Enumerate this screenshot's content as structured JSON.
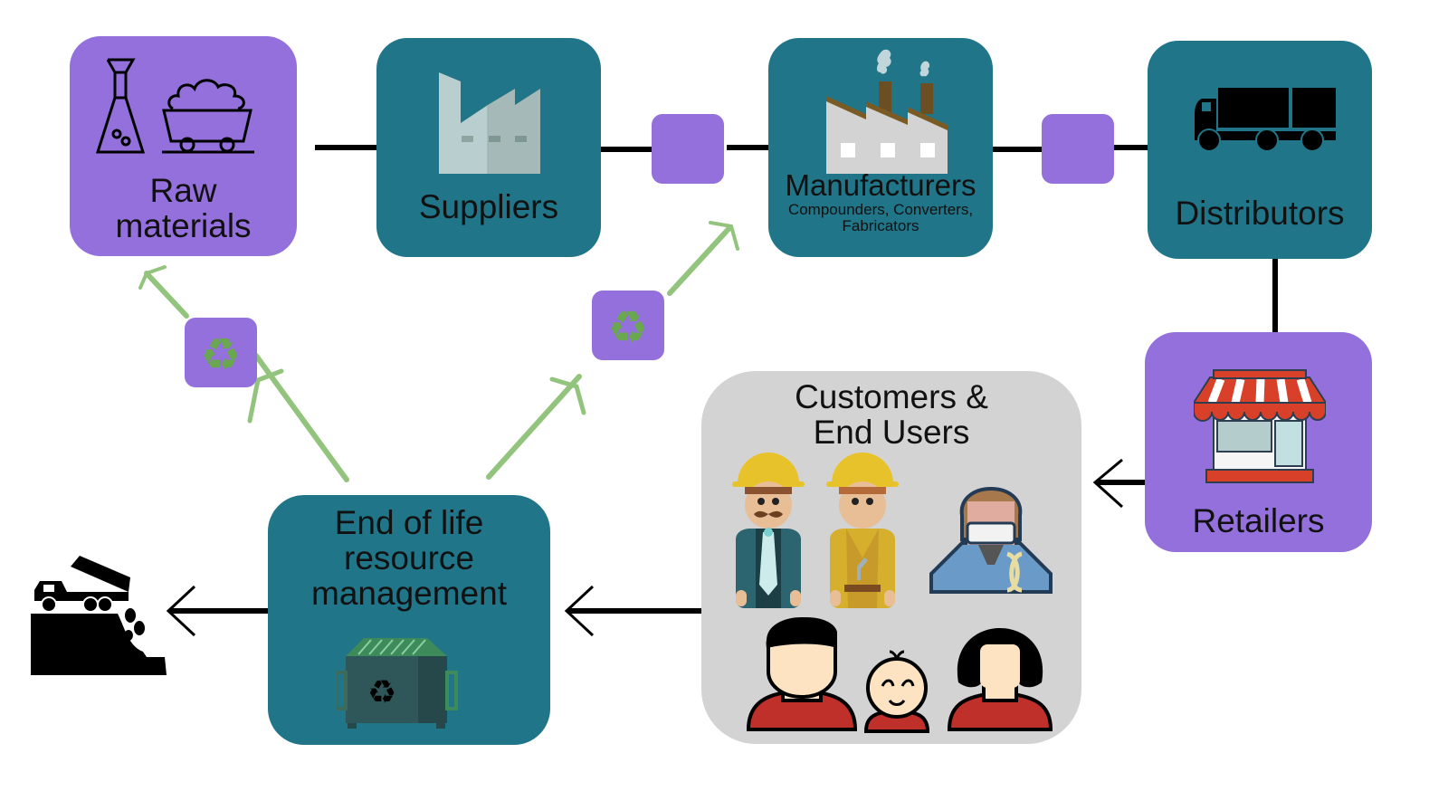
{
  "diagram": {
    "type": "supply-chain-lifecycle",
    "nodes": {
      "raw_materials": {
        "label": "Raw\nmaterials",
        "line1": "Raw",
        "line2": "materials",
        "icons": [
          "flask-icon",
          "mine-cart-icon"
        ],
        "color": "#9370db"
      },
      "suppliers": {
        "label": "Suppliers",
        "icons": [
          "factory-silhouette-icon"
        ],
        "color": "#217588"
      },
      "manufacturers": {
        "label": "Manufacturers",
        "sublabel_line1": "Compounders, Converters,",
        "sublabel_line2": "Fabricators",
        "icons": [
          "smoking-factory-icon"
        ],
        "color": "#217588"
      },
      "distributors": {
        "label": "Distributors",
        "icons": [
          "truck-icon"
        ],
        "color": "#217588"
      },
      "retailers": {
        "label": "Retailers",
        "icons": [
          "storefront-icon"
        ],
        "color": "#9370db"
      },
      "customers": {
        "line1": "Customers &",
        "line2": "End Users",
        "icons": [
          "businessman-icon",
          "worker-icon",
          "doctor-icon",
          "man-icon",
          "baby-icon",
          "woman-icon"
        ],
        "color": "#d3d3d3"
      },
      "end_of_life": {
        "line1": "End of life",
        "line2": "resource",
        "line3": "management",
        "icons": [
          "recycling-dumpster-icon"
        ],
        "color": "#217588"
      },
      "landfill": {
        "icons": [
          "dump-truck-landfill-icon"
        ]
      }
    },
    "connectors": [
      {
        "from": "raw_materials",
        "to": "suppliers",
        "color": "#000000"
      },
      {
        "from": "suppliers",
        "to": "manufacturers",
        "via": "purple-junction",
        "color": "#000000"
      },
      {
        "from": "manufacturers",
        "to": "distributors",
        "via": "purple-junction",
        "color": "#000000"
      },
      {
        "from": "distributors",
        "to": "retailers",
        "color": "#000000"
      },
      {
        "from": "retailers",
        "to": "customers",
        "color": "#000000"
      },
      {
        "from": "customers",
        "to": "end_of_life",
        "color": "#000000"
      },
      {
        "from": "end_of_life",
        "to": "landfill",
        "color": "#000000"
      },
      {
        "from": "end_of_life",
        "to": "raw_materials",
        "via": "recycle-node",
        "color": "#93c47d"
      },
      {
        "from": "end_of_life",
        "to": "manufacturers",
        "via": "recycle-node",
        "color": "#93c47d"
      }
    ],
    "colors": {
      "purple": "#9370db",
      "teal": "#217588",
      "grey": "#d3d3d3",
      "recycle_green": "#93c47d",
      "recycle_icon": "#6aa84f"
    }
  }
}
